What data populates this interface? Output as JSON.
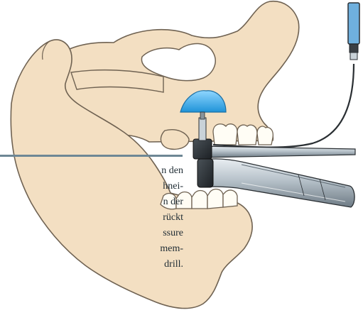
{
  "caption": {
    "lines": [
      "n den",
      "hnei-",
      "n der",
      "rückt",
      "ssure",
      "mem-",
      "drill."
    ]
  },
  "colors": {
    "bone": "#f3dfc2",
    "bone_outline": "#6f6252",
    "teeth": "#fffdf5",
    "membrane_blue": "#35a8e8",
    "instrument_steel": "#b9c3ca",
    "instrument_dark": "#2a2f33",
    "cable_blue": "#6fb0de",
    "caption_rule": "#6e8795"
  }
}
